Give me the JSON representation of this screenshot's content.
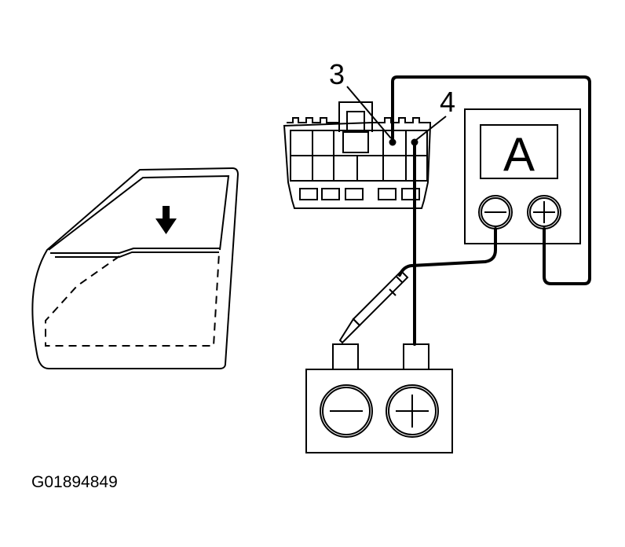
{
  "labels": {
    "pin_a": "3",
    "pin_b": "4",
    "meter_letter": "A",
    "figure_code": "G01894849"
  },
  "icons": {
    "direction_arrow": "arrow-down-icon",
    "minus_terminal": "minus-icon",
    "plus_terminal": "plus-icon"
  },
  "colors": {
    "line": "#000000",
    "background": "#ffffff"
  }
}
